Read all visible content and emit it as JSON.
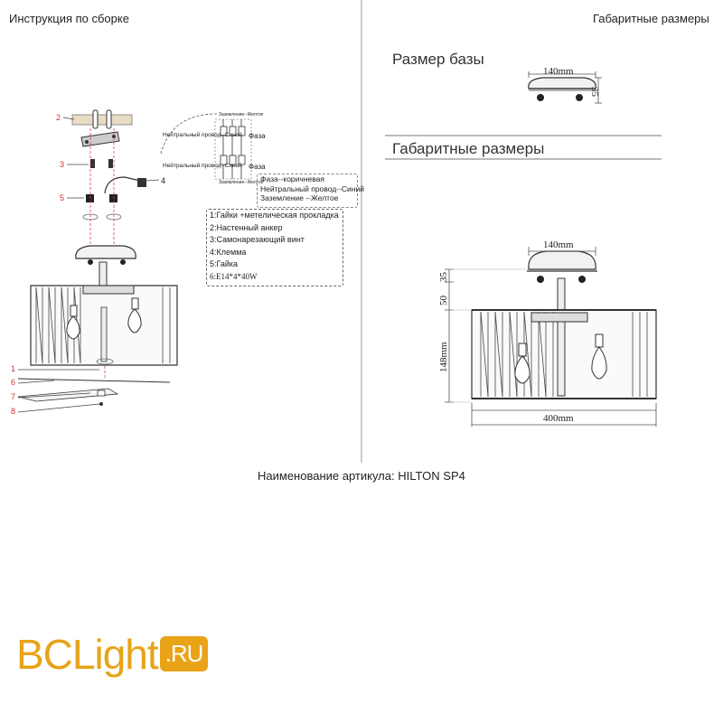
{
  "header": {
    "left_title": "Инструкция по сборке",
    "right_title": "Габаритные размеры"
  },
  "base_section": {
    "title": "Размер базы",
    "width_label": "140mm",
    "height_label": "35"
  },
  "dims_section": {
    "title": "Габаритные размеры",
    "top_width_label": "140mm",
    "dim_35": "35",
    "dim_50": "50",
    "dim_148": "148mm",
    "bottom_width_label": "400mm"
  },
  "legend": {
    "items": [
      "1:Гайки +метелическая прокладка",
      "2:Настенный анкер",
      "3:Самонарезающий винт",
      "4:Клемма",
      "5:Гайка",
      "6:E14*4*40W"
    ]
  },
  "wiring": {
    "neutral_label_top": "Нейтральный провод--Синий",
    "neutral_label_bottom": "Нейтральный провод--Синий",
    "phase_top": "Фаза",
    "phase_bottom": "Фаза",
    "ground_top": "Заземление--Желтое",
    "ground_bottom": "Заземление--Желтое",
    "notes": [
      "Фаза--коричневая",
      "Нейтральный провод--Синий",
      "Заземление --Желтое"
    ]
  },
  "callouts": {
    "top": [
      "2",
      "3",
      "4",
      "5"
    ],
    "bottom": [
      "1",
      "6",
      "7",
      "8"
    ]
  },
  "article": "Наименование артикула: HILTON SP4",
  "logo": {
    "text": "BCLight",
    "domain": ".RU"
  }
}
